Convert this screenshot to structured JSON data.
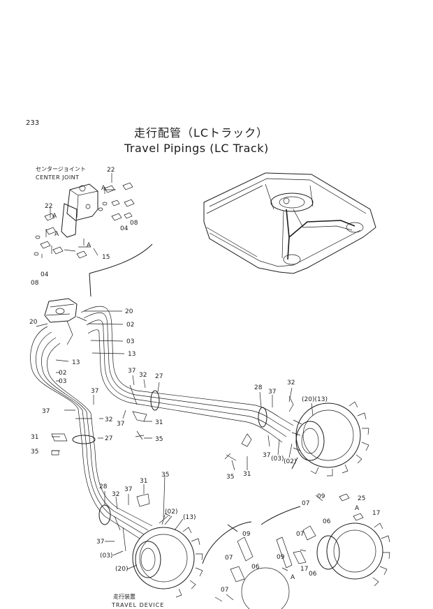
{
  "header": {
    "page_number": "233",
    "title_jp": "走行配管（LCトラック）",
    "title_en": "Travel Pipings (LC Track)"
  },
  "sections": {
    "center_joint": {
      "label_jp": "センタージョイント",
      "label_en": "CENTER JOINT"
    },
    "travel_device": {
      "label_jp": "走行装置",
      "label_en": "TRAVEL DEVICE"
    }
  },
  "callouts": {
    "c22a": "22",
    "cAa": "A",
    "c22b": "22",
    "cAb": "A",
    "cAc": "A",
    "c04a": "04",
    "c08a": "08",
    "c04b": "04",
    "cAd": "A",
    "c15": "15",
    "c08b": "08",
    "c20a": "20",
    "c02a": "02",
    "c03a": "03",
    "c13a": "13",
    "c20b": "20",
    "c13b": "13",
    "c02b": "02",
    "c03b": "03",
    "c37a": "37",
    "c32a": "32",
    "c27a": "27",
    "c37b": "37",
    "c31a": "31",
    "c35a": "35",
    "c37c": "37",
    "c32b": "32",
    "c31b": "31",
    "c35b": "35",
    "c27b": "27",
    "c37d": "37",
    "c28a": "28",
    "c37e": "37",
    "c32c": "32",
    "c20_13": "(20)(13)",
    "c37f": "37",
    "c03p": "(03)",
    "c02p": "(02)",
    "c35c": "35",
    "c31c": "31",
    "c28b": "28",
    "c32d": "32",
    "c37g": "37",
    "c31d": "31",
    "c35d": "35",
    "c02q": "(02)",
    "c13q": "(13)",
    "c37h": "37",
    "c03q": "(03)",
    "c20q": "(20)",
    "c07a": "07",
    "c09a": "09",
    "c25": "25",
    "cAe": "A",
    "c17a": "17",
    "c06a": "06",
    "c07b": "07",
    "c09b": "09",
    "c17b": "17",
    "cAf": "A",
    "c06b": "06",
    "c07c": "07",
    "c09c": "09",
    "c06c": "06",
    "c07d": "07"
  }
}
